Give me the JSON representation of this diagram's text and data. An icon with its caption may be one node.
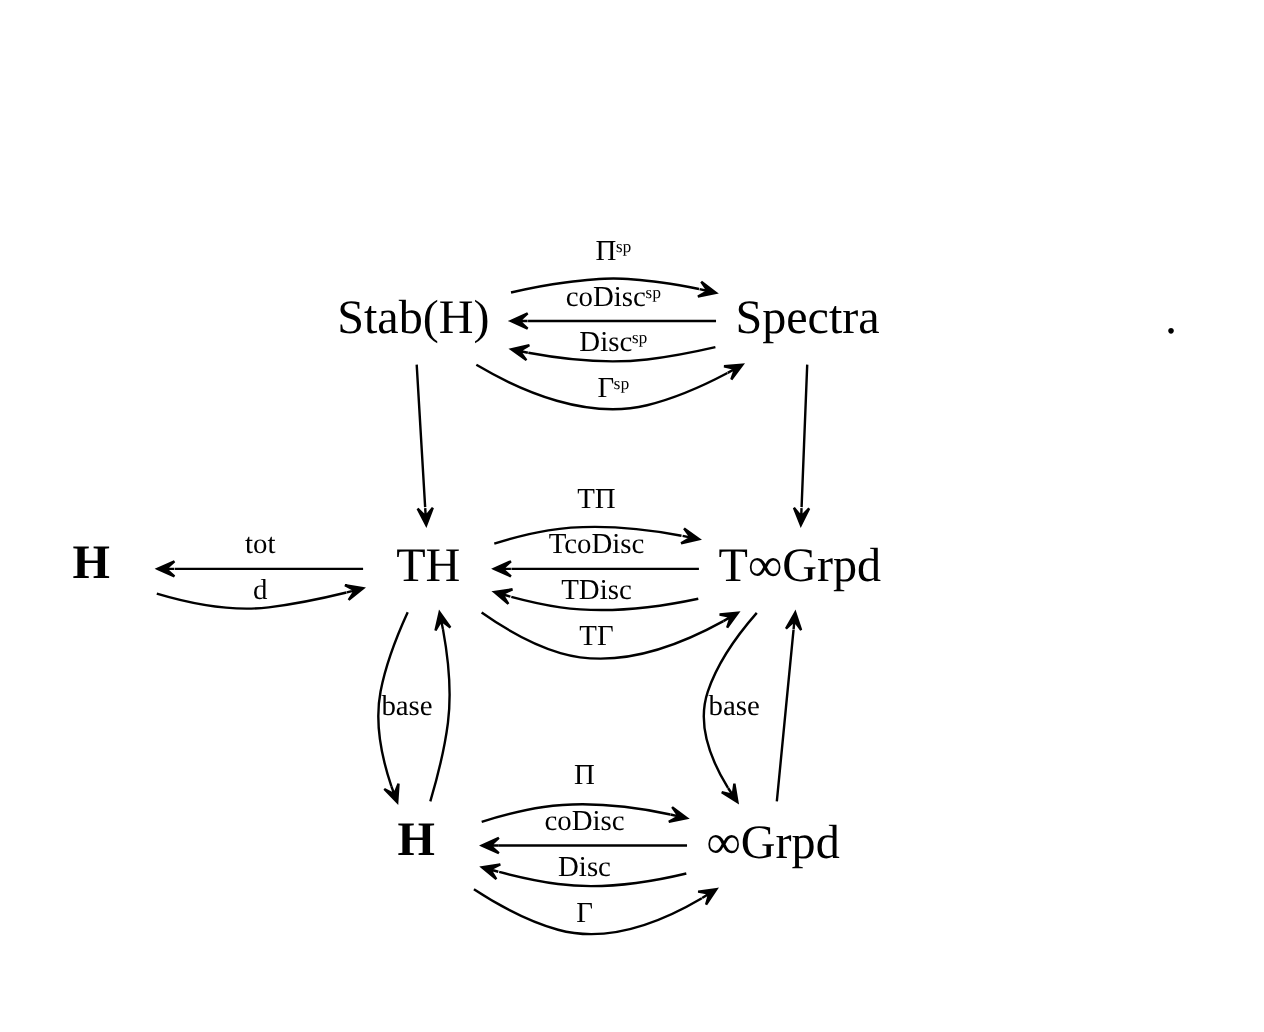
{
  "diagram": {
    "nodes": [
      {
        "text": [
          "Stab(H)"
        ]
      },
      {
        "text": [
          "Spectra"
        ]
      },
      {
        "text": [
          "H"
        ]
      },
      {
        "text": [
          "TH"
        ]
      },
      {
        "text": [
          "T∞Grpd"
        ]
      },
      {
        "text": [
          "H"
        ]
      },
      {
        "text": [
          "∞Grpd"
        ]
      }
    ],
    "edges": [
      {
        "from": 0,
        "to": 1,
        "arrow": "to",
        "label": "Πˢᵖ"
      },
      {
        "from": 1,
        "to": 0,
        "arrow": "to",
        "label": "Discˢᵖ"
      },
      {
        "from": 0,
        "to": 1,
        "arrow": "to",
        "label": "Γˢᵖ"
      },
      {
        "from": 1,
        "to": 0,
        "arrow": "to",
        "label": "coDiscˢᵖ"
      },
      {
        "from": 0,
        "to": 3,
        "arrow": "to"
      },
      {
        "from": 1,
        "to": 4,
        "arrow": "to"
      },
      {
        "from": 2,
        "to": 3,
        "arrow": "to",
        "label": "d"
      },
      {
        "from": 3,
        "to": 2,
        "arrow": "to",
        "label": "tot"
      },
      {
        "from": 3,
        "to": 4,
        "arrow": "to",
        "label": "TΠ"
      },
      {
        "from": 4,
        "to": 3,
        "arrow": "to",
        "label": "TDisc"
      },
      {
        "from": 3,
        "to": 4,
        "arrow": "to",
        "label": "TΓ"
      },
      {
        "from": 4,
        "to": 3,
        "arrow": "to",
        "label": "TcoDisc"
      },
      {
        "from": 3,
        "to": 5,
        "arrow": "to",
        "label": "base"
      },
      {
        "from": 5,
        "to": 3,
        "arrow": "to"
      },
      {
        "from": 4,
        "to": 6,
        "arrow": "to",
        "label": "base"
      },
      {
        "from": 6,
        "to": 4,
        "arrow": "to"
      },
      {
        "from": 5,
        "to": 6,
        "arrow": "to",
        "label": "Π"
      },
      {
        "from": 6,
        "to": 5,
        "arrow": "to",
        "label": "Disc"
      },
      {
        "from": 5,
        "to": 6,
        "arrow": "to",
        "label": "Γ"
      },
      {
        "from": 6,
        "to": 5,
        "arrow": "to",
        "label": "coDisc"
      }
    ],
    "labels": [
      "."
    ]
  }
}
